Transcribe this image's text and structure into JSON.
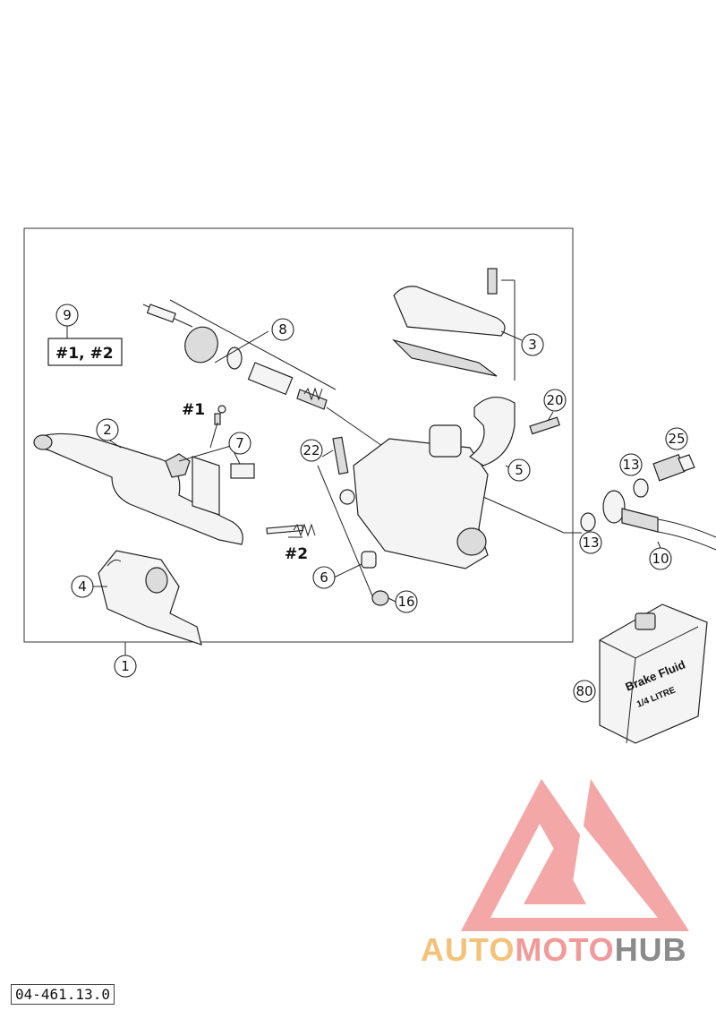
{
  "callouts": {
    "c1": "1",
    "c2": "2",
    "c3": "3",
    "c4": "4",
    "c5": "5",
    "c6": "6",
    "c7": "7",
    "c8": "8",
    "c9": "9",
    "c10": "10",
    "c13a": "13",
    "c13b": "13",
    "c16": "16",
    "c20": "20",
    "c22": "22",
    "c25": "25",
    "c80": "80"
  },
  "labels": {
    "box9": "#1, #2",
    "hash1": "#1",
    "hash2": "#2"
  },
  "bottle": {
    "line1": "Brake Fluid",
    "line2": "1/4 LITRE"
  },
  "footer": {
    "part_code": "04-461.13.0"
  },
  "watermark": {
    "part1": "AUTO",
    "part2": "MOTO",
    "part3": "HUB",
    "colors": {
      "auto": "#f4c27a",
      "moto": "#f29a9a",
      "hub": "#8b8b8b",
      "logo": "#f08a8a"
    }
  }
}
